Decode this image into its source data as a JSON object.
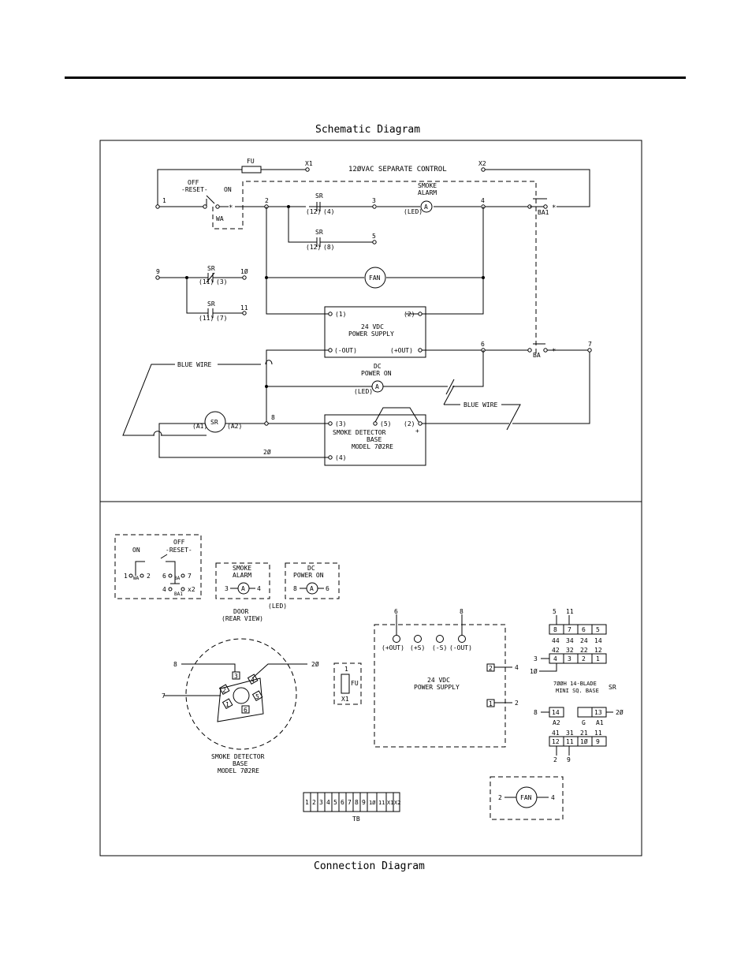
{
  "captions": {
    "schematic_title": "Schematic Diagram",
    "connection_title": "Connection Diagram"
  },
  "schematic": {
    "fuse": "FU",
    "x1": "X1",
    "x2": "X2",
    "control_label": "12ØVAC SEPARATE CONTROL",
    "switch_off": "OFF",
    "switch_reset": "-RESET-",
    "switch_on": "ON",
    "wa": "WA",
    "node_1": "1",
    "node_2": "2",
    "node_3": "3",
    "node_4": "4",
    "node_5": "5",
    "node_6": "6",
    "node_7": "7",
    "node_8": "8",
    "node_9": "9",
    "node_10": "1Ø",
    "node_11": "11",
    "node_20": "2Ø",
    "sr": "SR",
    "c12_4": "(12)",
    "c4": "(4)",
    "c12_8": "(12)",
    "c8": "(8)",
    "c11_3": "(11)",
    "c3": "(3)",
    "c11_7": "(11)",
    "c7": "(7)",
    "smoke_alarm_1": "SMOKE",
    "smoke_alarm_2": "ALARM",
    "led": "(LED)",
    "lamp_a": "A",
    "ba1": "BA1",
    "ba": "BA",
    "fan": "FAN",
    "ps_in1": "(1)",
    "ps_in2": "(2)",
    "ps_title1": "24 VDC",
    "ps_title2": "POWER SUPPLY",
    "ps_out_neg": "(-OUT)",
    "ps_out_pos": "(+OUT)",
    "blue_wire": "BLUE WIRE",
    "dc_power_1": "DC",
    "dc_power_2": "POWER ON",
    "sr_a1": "(A1)",
    "sr_a2": "(A2)",
    "sdb_t3": "(3)",
    "sdb_t5": "(5)",
    "sdb_t2": "(2)",
    "sdb_t4": "(4)",
    "sdb_minus": "-",
    "sdb_plus": "+",
    "sdb_title1": "SMOKE DETECTOR",
    "sdb_title2": "BASE",
    "sdb_title3": "MODEL 7Ø2RE"
  },
  "connection": {
    "door_on": "ON",
    "door_off": "OFF",
    "door_reset": "-RESET-",
    "door_1": "1",
    "door_wa": "WA",
    "door_2": "2",
    "door_6": "6",
    "door_ba": "BA",
    "door_7": "7",
    "door_4": "4",
    "door_ba1": "BA1",
    "door_x2": "x2",
    "smoke_1": "SMOKE",
    "smoke_2": "ALARM",
    "smoke_3": "3",
    "smoke_4": "4",
    "dc_1": "DC",
    "dc_2": "POWER ON",
    "dc_8": "8",
    "dc_6": "6",
    "led": "(LED)",
    "door_title": "DOOR",
    "door_sub": "(REAR VIEW)",
    "det_8": "8",
    "det_7": "7",
    "det_20": "2Ø",
    "det_t1": "1",
    "det_t2": "2",
    "det_t3": "3",
    "det_t4": "4",
    "det_t5": "5",
    "det_t6": "6",
    "det_title1": "SMOKE DETECTOR",
    "det_title2": "BASE",
    "det_title3": "MODEL 7Ø2RE",
    "fu_1": "1",
    "fu": "FU",
    "fu_x1": "X1",
    "ps_6": "6",
    "ps_8": "8",
    "ps_out_pos": "(+OUT)",
    "ps_s_pos": "(+S)",
    "ps_s_neg": "(-S)",
    "ps_out_neg": "(-OUT)",
    "ps_title1": "24 VDC",
    "ps_title2": "POWER SUPPLY",
    "ps_t2": "2",
    "ps_t1": "1",
    "ps_w4": "4",
    "ps_w2": "2",
    "sr_top_5": "5",
    "sr_top_11": "11",
    "sr_row1": [
      "8",
      "7",
      "6",
      "5"
    ],
    "sr_row2": [
      "44",
      "34",
      "24",
      "14"
    ],
    "sr_row3": [
      "42",
      "32",
      "22",
      "12"
    ],
    "sr_row4": [
      "4",
      "3",
      "2",
      "1"
    ],
    "sr_w3": "3",
    "sr_w10": "1Ø",
    "sr_base1": "7ØØH  14-BLADE",
    "sr_base2": "MINI SQ. BASE",
    "sr_label": "SR",
    "sr_w8": "8",
    "sr_b14": "14",
    "sr_b13": "13",
    "sr_w20": "2Ø",
    "sr_a2": "A2",
    "sr_g": "G",
    "sr_a1": "A1",
    "sr_row6": [
      "41",
      "31",
      "21",
      "11"
    ],
    "sr_row7": [
      "12",
      "11",
      "1Ø",
      "9"
    ],
    "sr_bot_2": "2",
    "sr_bot_9": "9",
    "tb_cells": [
      "1",
      "2",
      "3",
      "4",
      "5",
      "6",
      "7",
      "8",
      "9",
      "1Ø",
      "11",
      "X1",
      "X2"
    ],
    "tb_label": "TB",
    "fan_2": "2",
    "fan": "FAN",
    "fan_4": "4"
  }
}
